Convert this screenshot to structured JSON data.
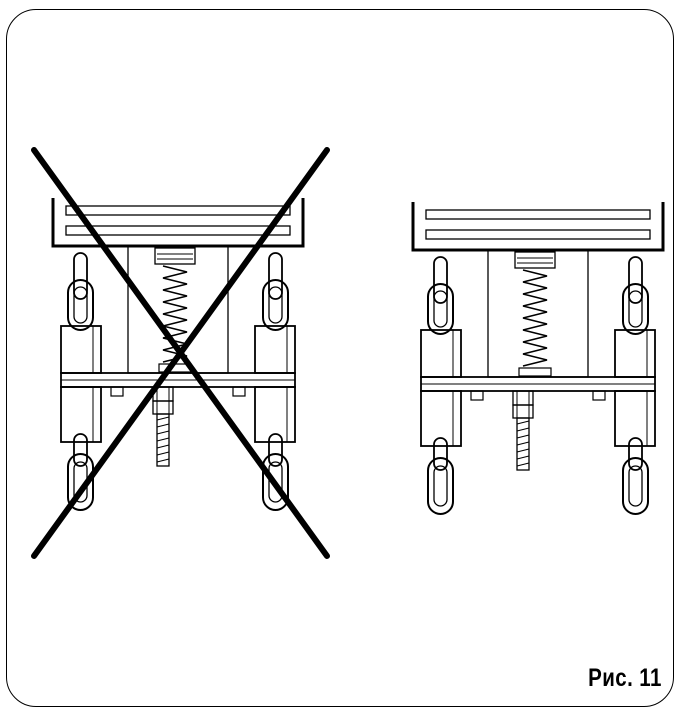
{
  "figure": {
    "caption": "Рис. 11",
    "variants": [
      {
        "state": "incorrect",
        "crossed_out": true
      },
      {
        "state": "correct",
        "crossed_out": false
      }
    ]
  },
  "colors": {
    "ink": "#000000",
    "paper": "#ffffff"
  }
}
